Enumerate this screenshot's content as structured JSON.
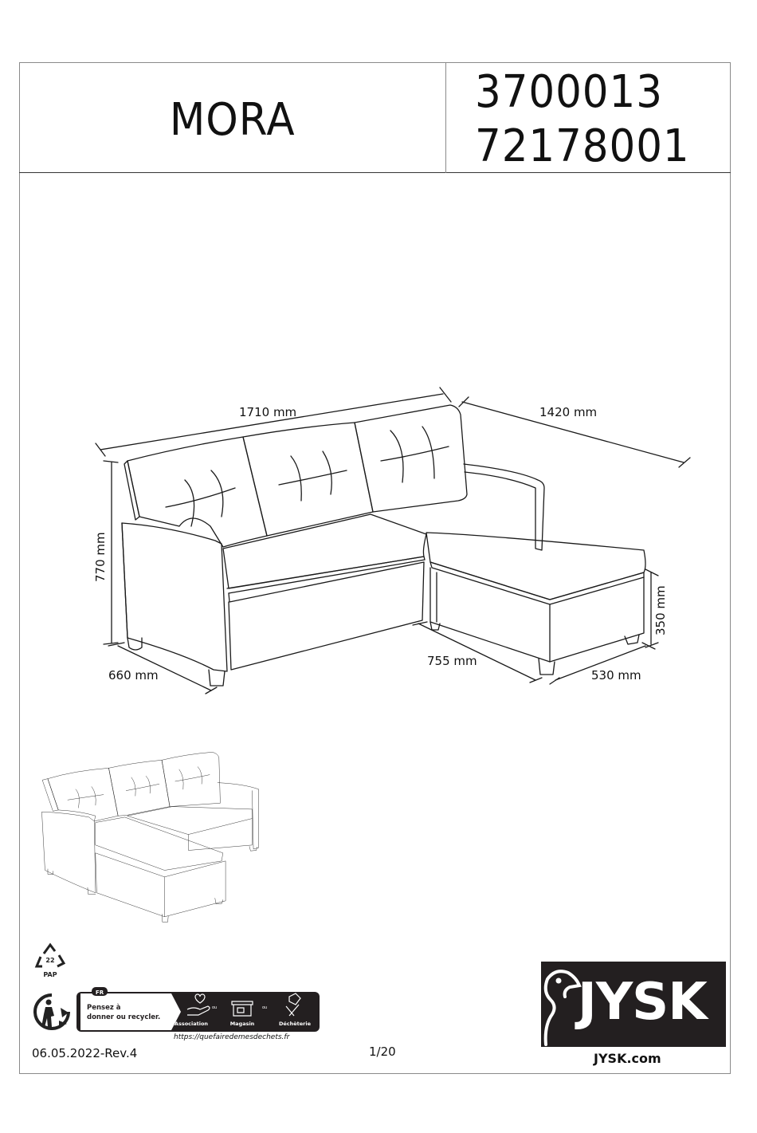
{
  "header": {
    "product_name": "MORA",
    "item_numbers": [
      "3700013",
      "72178001"
    ]
  },
  "dimensions": {
    "back_width": "1710 mm",
    "chaise_length": "1420 mm",
    "height": "770 mm",
    "depth": "660 mm",
    "chaise_inner": "755 mm",
    "chaise_width": "530 mm",
    "seat_height": "350 mm"
  },
  "recycling": {
    "pap_code": "22",
    "pap_label": "PAP",
    "country_badge": "FR",
    "message_line1": "Pensez à",
    "message_line2": "donner ou recycler.",
    "options": [
      "Association",
      "Magasin",
      "Déchèterie"
    ],
    "separator": "ou",
    "url": "https://quefairedemesdechets.fr"
  },
  "footer": {
    "date_rev": "06.05.2022-Rev.4",
    "page": "1/20"
  },
  "brand": {
    "logo_text": "JYSK",
    "website": "JYSK.com",
    "logo_bg": "#231f20"
  }
}
